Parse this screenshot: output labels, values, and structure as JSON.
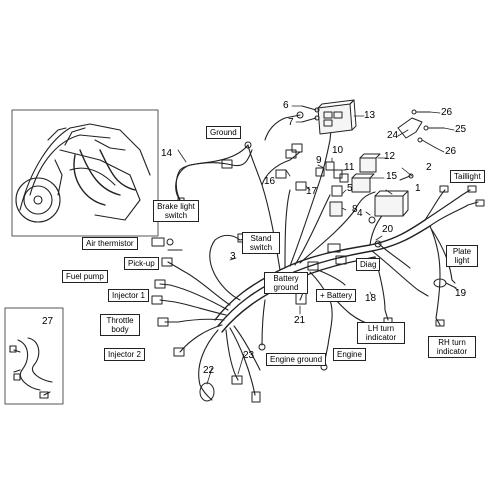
{
  "labels": {
    "ground": "Ground",
    "brake_light_switch": "Brake light switch",
    "air_thermistor": "Air thermistor",
    "pick_up": "Pick-up",
    "fuel_pump": "Fuel pump",
    "injector_1": "Injector 1",
    "throttle_body": "Throttle body",
    "injector_2": "Injector 2",
    "stand_switch": "Stand switch",
    "battery_ground": "Battery ground",
    "plus_battery": "+ Battery",
    "engine_ground": "Engine ground",
    "engine": "Engine",
    "diag": "Diag",
    "taillight": "Taillight",
    "plate_light": "Plate light",
    "lh_turn_indicator": "LH turn indicator",
    "rh_turn_indicator": "RH turn indicator"
  },
  "numbers": {
    "n1": "1",
    "n2": "2",
    "n3": "3",
    "n4": "4",
    "n5": "5",
    "n6": "6",
    "n7": "7",
    "n8": "8",
    "n9": "9",
    "n10": "10",
    "n11": "11",
    "n12": "12",
    "n13": "13",
    "n14": "14",
    "n15": "15",
    "n16": "16",
    "n17": "17",
    "n18": "18",
    "n19": "19",
    "n20": "20",
    "n21": "21",
    "n22": "22",
    "n23": "23",
    "n24": "24",
    "n25": "25",
    "n26a": "26",
    "n26b": "26",
    "n27": "27"
  }
}
